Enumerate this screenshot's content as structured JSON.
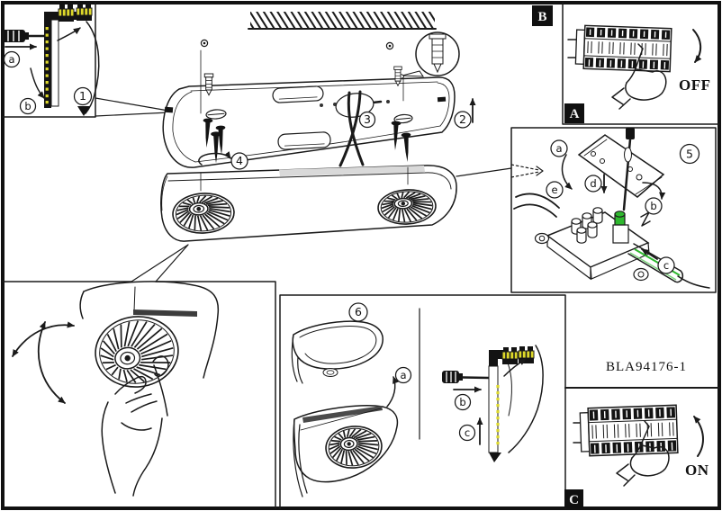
{
  "figure": {
    "part_number": "BLA94176-1",
    "panel_remove_cover": {
      "step": "1",
      "label_a": "a",
      "label_b": "b"
    },
    "mounting_diagram": {
      "step_anchor": "2",
      "step_cable": "3",
      "step_screw": "4"
    },
    "panel_power_off": {
      "tag_top": "B",
      "tag_corner": "A",
      "switch_state": "OFF"
    },
    "panel_wiring": {
      "step": "5",
      "label_a": "a",
      "label_b": "b",
      "label_c": "c",
      "label_d": "d",
      "label_e": "e"
    },
    "panel_reassemble": {
      "step": "6",
      "label_a": "a",
      "label_b": "b",
      "label_c": "c"
    },
    "panel_power_on": {
      "tag_corner": "C",
      "switch_state": "ON"
    },
    "colors": {
      "ink": "#1a1a1a",
      "highlight_green": "#2eb82e",
      "highlight_yellow": "#ddd82a"
    }
  }
}
